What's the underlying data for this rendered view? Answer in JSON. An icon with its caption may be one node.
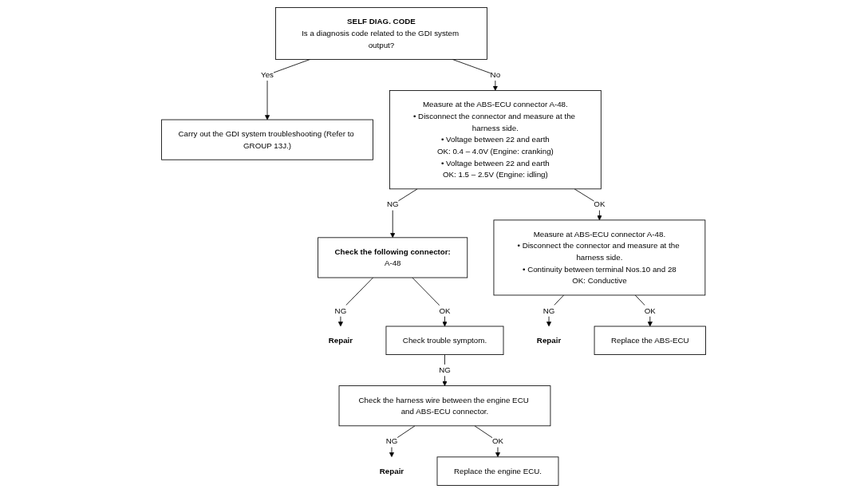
{
  "diagram": {
    "nodes": [
      {
        "text": [
          "SELF DIAG. CODE",
          "Is a diagnosis code related to the GDI system output?"
        ]
      },
      {
        "text": [
          "Carry out the GDI system troubleshooting (Refer to GROUP 13J.)"
        ]
      },
      {
        "text": [
          "Measure at the ABS-ECU connector A-48.",
          "• Disconnect the connector and measure at the harness side.",
          "• Voltage between 22 and earth",
          "OK: 0.4 – 4.0V (Engine: cranking)",
          "• Voltage between 22 and earth",
          "OK: 1.5 – 2.5V (Engine: idling)"
        ]
      },
      {
        "text": [
          "Check the following connector:",
          "A-48"
        ]
      },
      {
        "text": [
          "Repair"
        ]
      },
      {
        "text": [
          "Check trouble symptom."
        ]
      },
      {
        "text": [
          "Check the harness wire between the engine ECU and ABS-ECU connector."
        ]
      },
      {
        "text": [
          "Repair"
        ]
      },
      {
        "text": [
          "Replace the engine ECU."
        ]
      },
      {
        "text": [
          "Measure at ABS-ECU connector A-48.",
          "• Disconnect the connector and measure at the harness side.",
          "• Continuity between terminal Nos.10 and 28",
          "OK: Conductive"
        ]
      },
      {
        "text": [
          "Repair"
        ]
      },
      {
        "text": [
          "Replace the ABS-ECU"
        ]
      }
    ],
    "edges": [
      {
        "from": 0,
        "to": 1,
        "arrow": "to",
        "label": "Yes"
      },
      {
        "from": 0,
        "to": 2,
        "arrow": "to",
        "label": "No"
      },
      {
        "from": 2,
        "to": 3,
        "arrow": "to",
        "label": "NG"
      },
      {
        "from": 3,
        "to": 4,
        "arrow": "to",
        "label": "NG"
      },
      {
        "from": 3,
        "to": 5,
        "arrow": "to",
        "label": "OK"
      },
      {
        "from": 5,
        "to": 6,
        "arrow": "to",
        "label": "NG"
      },
      {
        "from": 6,
        "to": 7,
        "arrow": "to",
        "label": "NG"
      },
      {
        "from": 6,
        "to": 8,
        "arrow": "to",
        "label": "OK"
      },
      {
        "from": 2,
        "to": 9,
        "arrow": "to",
        "label": "OK"
      },
      {
        "from": 9,
        "to": 10,
        "arrow": "to",
        "label": "NG"
      },
      {
        "from": 9,
        "to": 11,
        "arrow": "to",
        "label": "OK"
      }
    ]
  }
}
